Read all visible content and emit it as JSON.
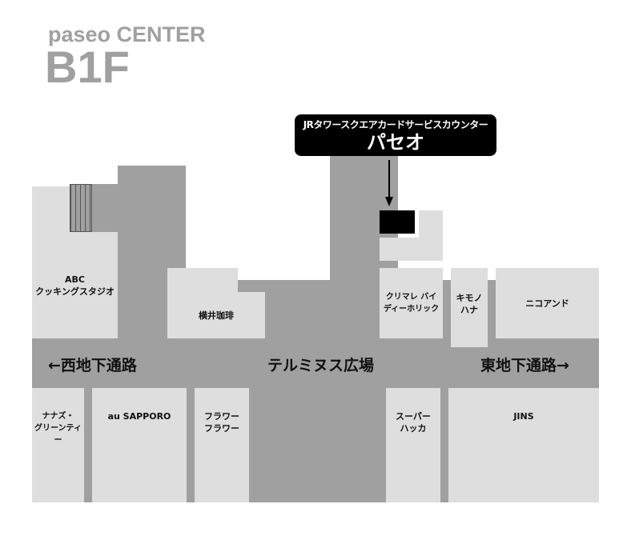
{
  "header": {
    "building": "paseo CENTER",
    "floor": "B1F"
  },
  "callout": {
    "subtitle": "JRタワースクエアカードサービスカウンター",
    "title": "パセオ"
  },
  "corridors": {
    "west": "←西地下通路",
    "plaza": "テルミヌス広場",
    "east": "東地下通路→"
  },
  "shops": {
    "abc": [
      "ABC",
      "クッキングスタジオ"
    ],
    "yokoi": "横井珈琲",
    "curimare": [
      "クリマレ バイ",
      "ディーホリック"
    ],
    "kimono": [
      "キモノ",
      "ハナ"
    ],
    "niko": "ニコアンド",
    "nanas": [
      "ナナズ・",
      "グリーンティー"
    ],
    "au": "au SAPPORO",
    "flower": [
      "フラワー",
      "フラワー"
    ],
    "super": [
      "スーパー",
      "ハッカ"
    ],
    "jins": "JINS"
  },
  "colors": {
    "walkway": "#a0a0a0",
    "shop": "#dedede",
    "counter": "#000000"
  }
}
